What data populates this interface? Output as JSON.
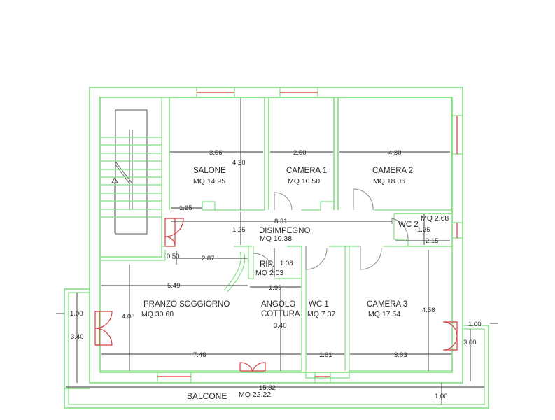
{
  "plan": {
    "rooms": {
      "salone": {
        "name": "SALONE",
        "area": "MQ 14.95"
      },
      "camera1": {
        "name": "CAMERA 1",
        "area": "MQ 10.50"
      },
      "camera2": {
        "name": "CAMERA 2",
        "area": "MQ 18.06"
      },
      "wc2": {
        "name": "WC 2",
        "area": "MQ 2.68"
      },
      "disimpegno": {
        "name": "DISIMPEGNO",
        "area": "MQ 10.38"
      },
      "rip": {
        "name": "RIP.",
        "area": "MQ 2.03"
      },
      "pranzo": {
        "name": "PRANZO SOGGIORNO",
        "area": "MQ 30.60"
      },
      "angolo_line1": {
        "name": "ANGOLO"
      },
      "angolo_line2": {
        "name": "COTTURA"
      },
      "wc1": {
        "name": "WC 1",
        "area": "MQ 7.37"
      },
      "camera3": {
        "name": "CAMERA 3",
        "area": "MQ 17.54"
      },
      "balcone": {
        "name": "BALCONE",
        "area": "MQ 22.22"
      }
    },
    "dimensions": {
      "salone_width": "3.56",
      "salone_height": "4.20",
      "camera1_width": "2.50",
      "camera2_width": "4.30",
      "salone_offset": "1.25",
      "disimpegno_length": "8.31",
      "disimpegno_width": "1.25",
      "wc2_height": "1.25",
      "wc2_width": "2.15",
      "entrance_offset": "0.50",
      "entrance_width": "2.87",
      "rip_height": "1.08",
      "rip_width": "1.99",
      "pranzo_width_top": "5.49",
      "pranzo_height": "4.08",
      "pranzo_width_bottom": "7.48",
      "angolo_height": "3.40",
      "wc1_width": "1.61",
      "camera3_width": "3.83",
      "camera3_height": "4.58",
      "left_balcony_width": "1.00",
      "left_balcony_height": "3.40",
      "right_balcony_width": "1.00",
      "right_balcony_height": "3.00",
      "balcone_length": "15.82",
      "balcone_depth": "1.00"
    }
  }
}
